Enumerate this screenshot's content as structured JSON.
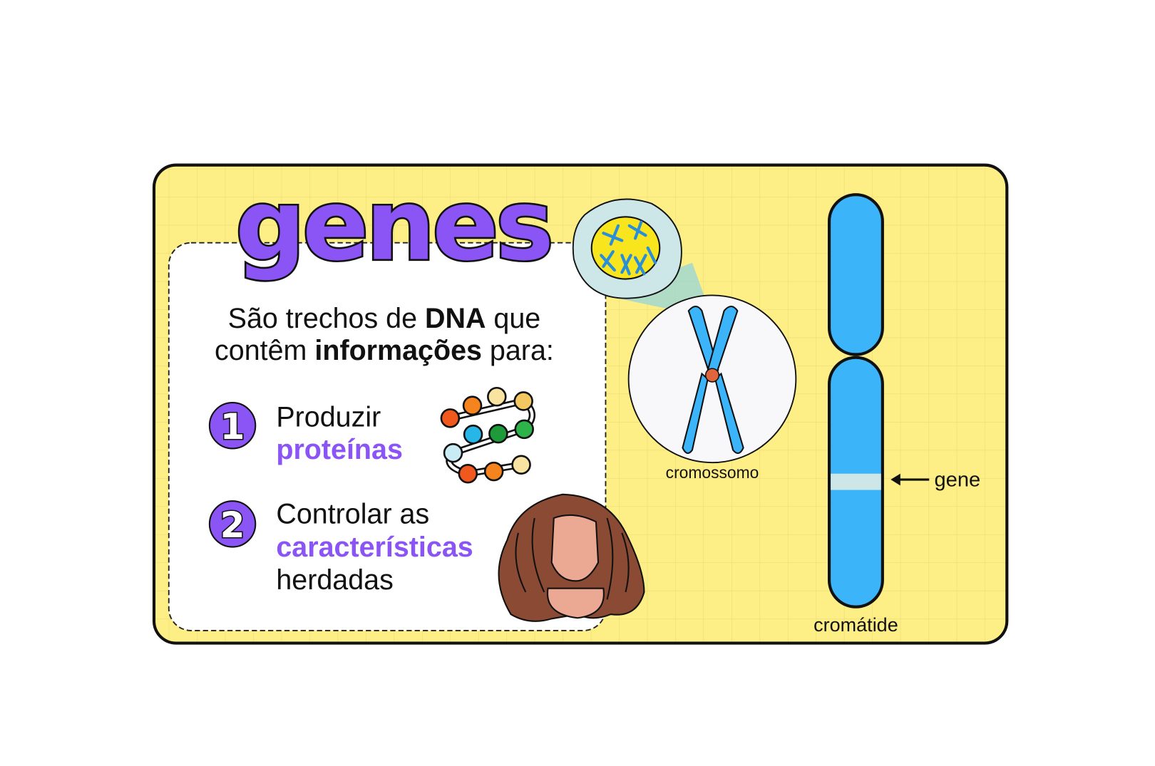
{
  "title": "genes",
  "intro": {
    "line1_a": "São trechos de ",
    "line1_b": "DNA",
    "line1_c": " que",
    "line2_a": "contêm ",
    "line2_b": "informações",
    "line2_c": " para:"
  },
  "items": [
    {
      "number": "1",
      "line1": "Produzir",
      "highlight": "proteínas"
    },
    {
      "number": "2",
      "line1": "Controlar as",
      "highlight": "características",
      "line3": "herdadas"
    }
  ],
  "labels": {
    "chromosome": "cromossomo",
    "chromatid": "cromátide",
    "gene": "gene"
  },
  "colors": {
    "card": "#FDEF85",
    "accent": "#8B55F5",
    "chromatid": "#3BB4FA",
    "gene_band": "#CDE7E8",
    "hair": "#8A4A33",
    "skin": "#EBA892"
  }
}
